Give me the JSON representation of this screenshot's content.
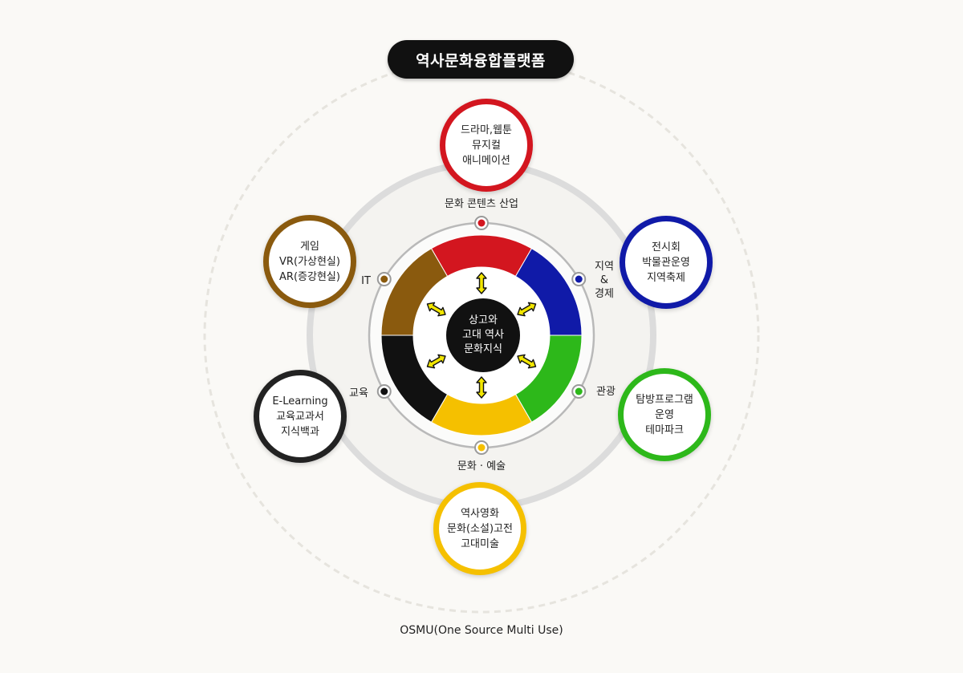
{
  "title": "역사문화융합플랫폼",
  "center": {
    "lines": [
      "상고와",
      "고대 역사",
      "문화지식"
    ]
  },
  "footer": "OSMU(One Source Multi Use)",
  "bubbles": [
    {
      "lines": [
        "드라마,웹툰",
        "뮤지컬",
        "애니메이션"
      ],
      "color": "#d3161f"
    },
    {
      "lines": [
        "전시회",
        "박물관운영",
        "지역축제"
      ],
      "color": "#101aa8"
    },
    {
      "lines": [
        "탐방프로그램",
        "운영",
        "테마파크"
      ],
      "color": "#2db81a"
    },
    {
      "lines": [
        "역사영화",
        "문화(소설)고전",
        "고대미술"
      ],
      "color": "#f5c000"
    },
    {
      "lines": [
        "E-Learning",
        "교육교과서",
        "지식백과"
      ],
      "color": "#222222"
    },
    {
      "lines": [
        "게임",
        "VR(가상현실)",
        "AR(증강현실)"
      ],
      "color": "#8a5a0e"
    }
  ],
  "labels": [
    {
      "lines": [
        "문화 콘텐츠 산업"
      ]
    },
    {
      "lines": [
        "지역",
        "&",
        "경제"
      ]
    },
    {
      "lines": [
        "관광"
      ]
    },
    {
      "lines": [
        "문화 · 예술"
      ]
    },
    {
      "lines": [
        "교육"
      ]
    },
    {
      "lines": [
        "IT"
      ]
    }
  ],
  "colors": {
    "red": "#d3161f",
    "blue": "#101aa8",
    "green": "#2db81a",
    "yellow": "#f5c000",
    "black": "#111111",
    "brown": "#8a5a0e",
    "arrow": "#f2e600"
  }
}
